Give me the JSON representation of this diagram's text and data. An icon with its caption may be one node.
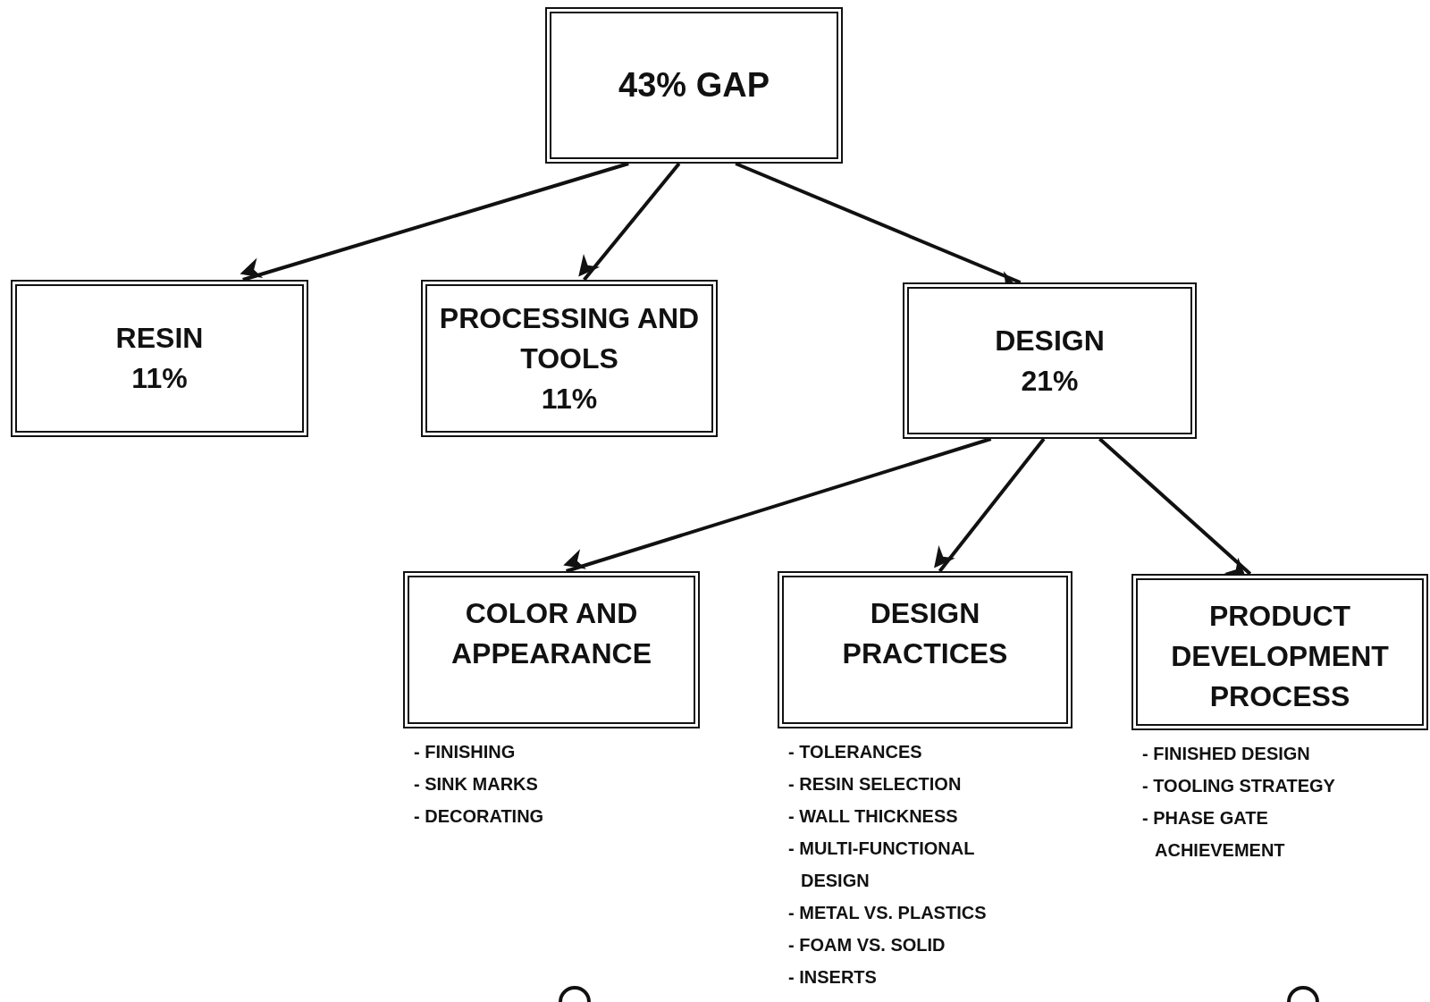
{
  "diagram": {
    "nodes": [
      {
        "text": [
          "43% GAP"
        ]
      },
      {
        "text": [
          "RESIN",
          "11%"
        ]
      },
      {
        "text": [
          "PROCESSING AND TOOLS",
          "11%"
        ]
      },
      {
        "text": [
          "DESIGN",
          "21%"
        ]
      },
      {
        "text": [
          "COLOR AND APPEARANCE"
        ],
        "beside": [
          "- FINISHING",
          "- SINK MARKS",
          "- DECORATING"
        ]
      },
      {
        "text": [
          "DESIGN PRACTICES"
        ],
        "beside": [
          "- TOLERANCES",
          "- RESIN SELECTION",
          "- WALL THICKNESS",
          "- MULTI-FUNCTIONAL DESIGN",
          "- METAL VS. PLASTICS",
          "- FOAM VS. SOLID",
          "- INSERTS"
        ]
      },
      {
        "text": [
          "PRODUCT DEVELOPMENT PROCESS"
        ],
        "beside": [
          "- FINISHED DESIGN",
          "- TOOLING STRATEGY",
          "- PHASE GATE ACHIEVEMENT"
        ]
      }
    ],
    "edges": [
      {
        "from": 0,
        "to": 1,
        "arrow": "to"
      },
      {
        "from": 0,
        "to": 2,
        "arrow": "to"
      },
      {
        "from": 0,
        "to": 3,
        "arrow": "to"
      },
      {
        "from": 3,
        "to": 4,
        "arrow": "to"
      },
      {
        "from": 3,
        "to": 5,
        "arrow": "to"
      },
      {
        "from": 3,
        "to": 6,
        "arrow": "to"
      }
    ]
  }
}
